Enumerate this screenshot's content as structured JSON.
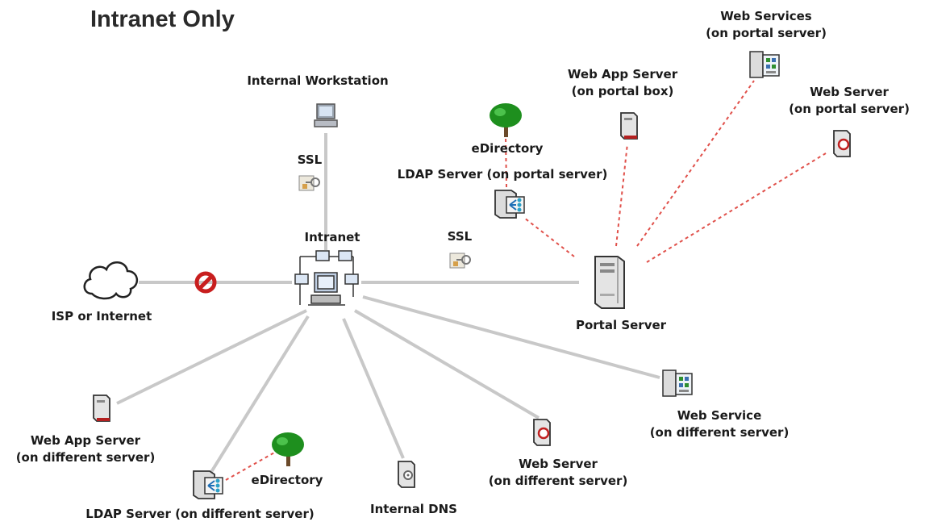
{
  "title": "Intranet Only",
  "nodes": {
    "internal_workstation": "Internal Workstation",
    "intranet": "Intranet",
    "isp": "ISP or Internet",
    "portal_server": "Portal Server",
    "edirectory_top": "eDirectory",
    "ldap_top": "LDAP Server (on portal server)",
    "webapp_top": [
      "Web App Server",
      "(on portal box)"
    ],
    "webservices_top": [
      "Web Services",
      "(on portal server)"
    ],
    "webserver_top": [
      "Web Server",
      "(on portal server)"
    ],
    "webapp_bottom": [
      "Web App Server",
      "(on different server)"
    ],
    "ldap_bottom": "LDAP Server (on different server)",
    "edirectory_bottom": "eDirectory",
    "internal_dns": "Internal DNS",
    "webserver_bottom": [
      "Web Server",
      "(on different server)"
    ],
    "webservice_bottom": [
      "Web Service",
      "(on different server)"
    ]
  },
  "ssl_labels": [
    "SSL",
    "SSL"
  ],
  "colors": {
    "solid_link": "#c8c8c8",
    "dashed_link": "#e0504a",
    "tree": "#1e8f1e",
    "no_entry": "#c81e1e"
  },
  "icons": [
    "workstation-icon",
    "network-icon",
    "cloud-icon",
    "no-entry-icon",
    "server-tower-icon",
    "ldap-server-icon",
    "tree-icon",
    "web-services-icon",
    "web-server-icon",
    "dns-server-icon",
    "lock-key-icon"
  ]
}
